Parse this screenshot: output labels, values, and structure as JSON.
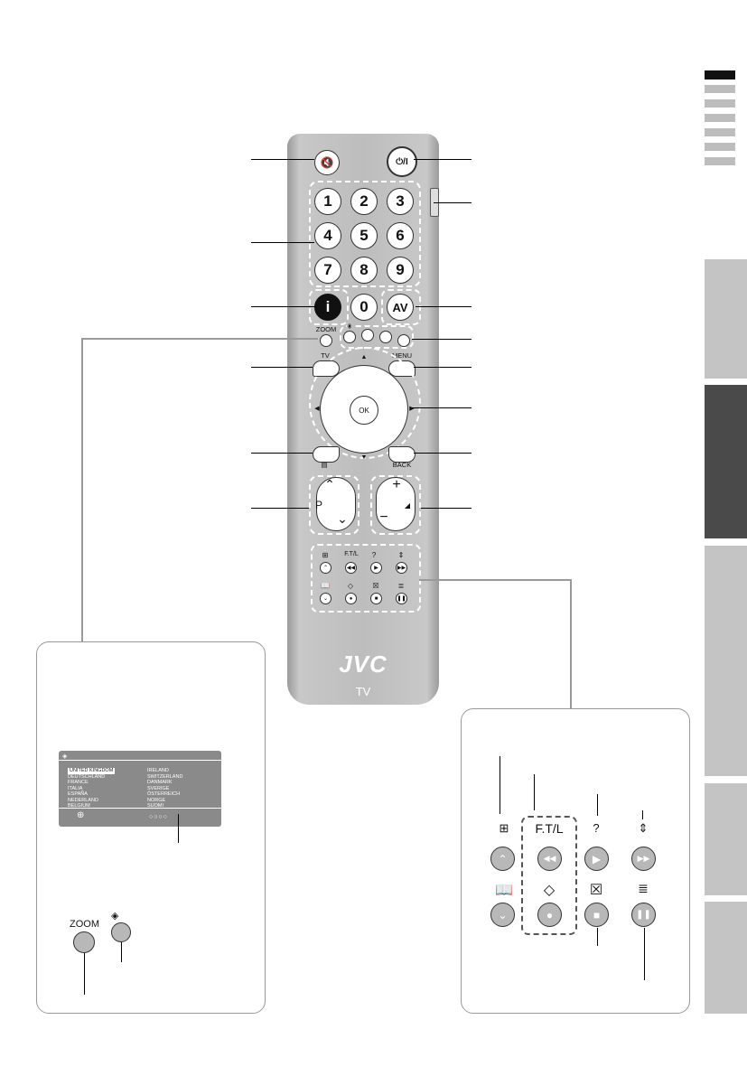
{
  "remote": {
    "mute_icon": "mute-icon",
    "power_label": "⏻/I",
    "numbers": [
      "1",
      "2",
      "3",
      "4",
      "5",
      "6",
      "7",
      "8",
      "9",
      "0"
    ],
    "info_label": "i",
    "av_label": "AV",
    "zoom_label": "ZOOM",
    "tv_label": "TV",
    "menu_label": "MENU",
    "ok_label": "OK",
    "back_label": "BACK",
    "p_label": "P",
    "ftl_label": "F.T/L",
    "brand": "JVC",
    "model_label": "TV"
  },
  "osd": {
    "countries_left": [
      "UNITED KINGDOM",
      "DEUTSCHLAND",
      "FRANCE",
      "ITALIA",
      "ESPAÑA",
      "NEDERLAND",
      "BELGIUM"
    ],
    "countries_right": [
      "IRELAND",
      "SWITZERLAND",
      "DANMARK",
      "SVERIGE",
      "ÖSTERREICH",
      "NORGE",
      "SUOMI"
    ]
  },
  "zoom_panel": {
    "zoom_label": "ZOOM"
  },
  "teletext_panel": {
    "ftl_label": "F.T/L"
  },
  "colors": {
    "remote_body": "#bdbdbd",
    "button_grey": "#b8b8b8",
    "tab_dark": "#4a4a4a",
    "tab_light": "#c4c4c4"
  }
}
